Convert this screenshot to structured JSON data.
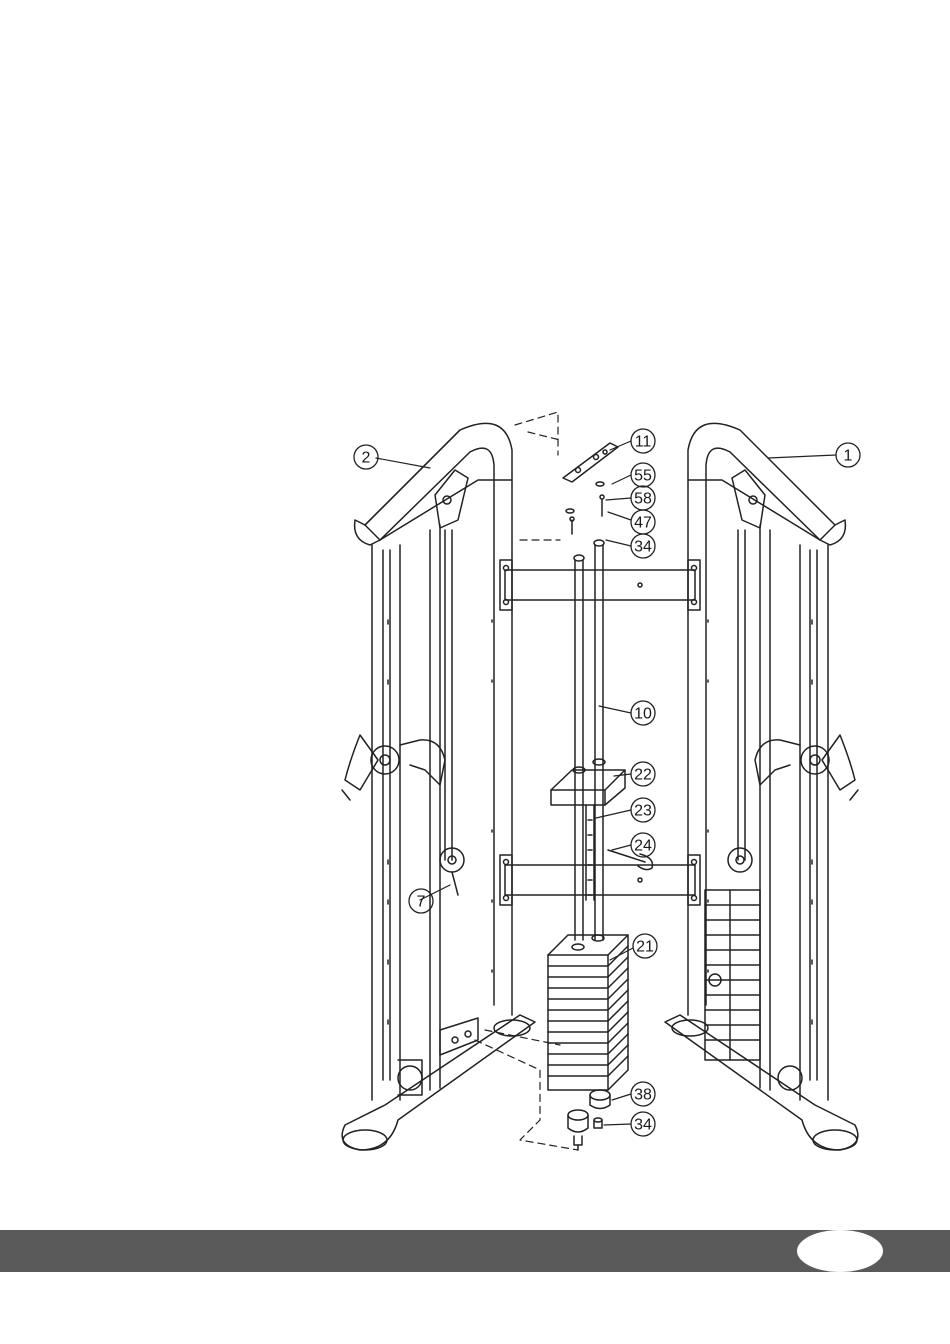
{
  "diagram": {
    "callouts": [
      {
        "id": "c-1",
        "label": "1"
      },
      {
        "id": "c-2",
        "label": "2"
      },
      {
        "id": "c-7",
        "label": "7"
      },
      {
        "id": "c-10",
        "label": "10"
      },
      {
        "id": "c-11",
        "label": "11"
      },
      {
        "id": "c-21",
        "label": "21"
      },
      {
        "id": "c-22",
        "label": "22"
      },
      {
        "id": "c-23",
        "label": "23"
      },
      {
        "id": "c-24",
        "label": "24"
      },
      {
        "id": "c-34a",
        "label": "34"
      },
      {
        "id": "c-34b",
        "label": "34"
      },
      {
        "id": "c-38",
        "label": "38"
      },
      {
        "id": "c-47",
        "label": "47"
      },
      {
        "id": "c-55",
        "label": "55"
      },
      {
        "id": "c-58",
        "label": "58"
      }
    ]
  },
  "footer": {
    "page_number": ""
  },
  "colors": {
    "line": "#222222",
    "footer_bar": "#5a5a5a",
    "page_number_oval": "#ffffff"
  }
}
